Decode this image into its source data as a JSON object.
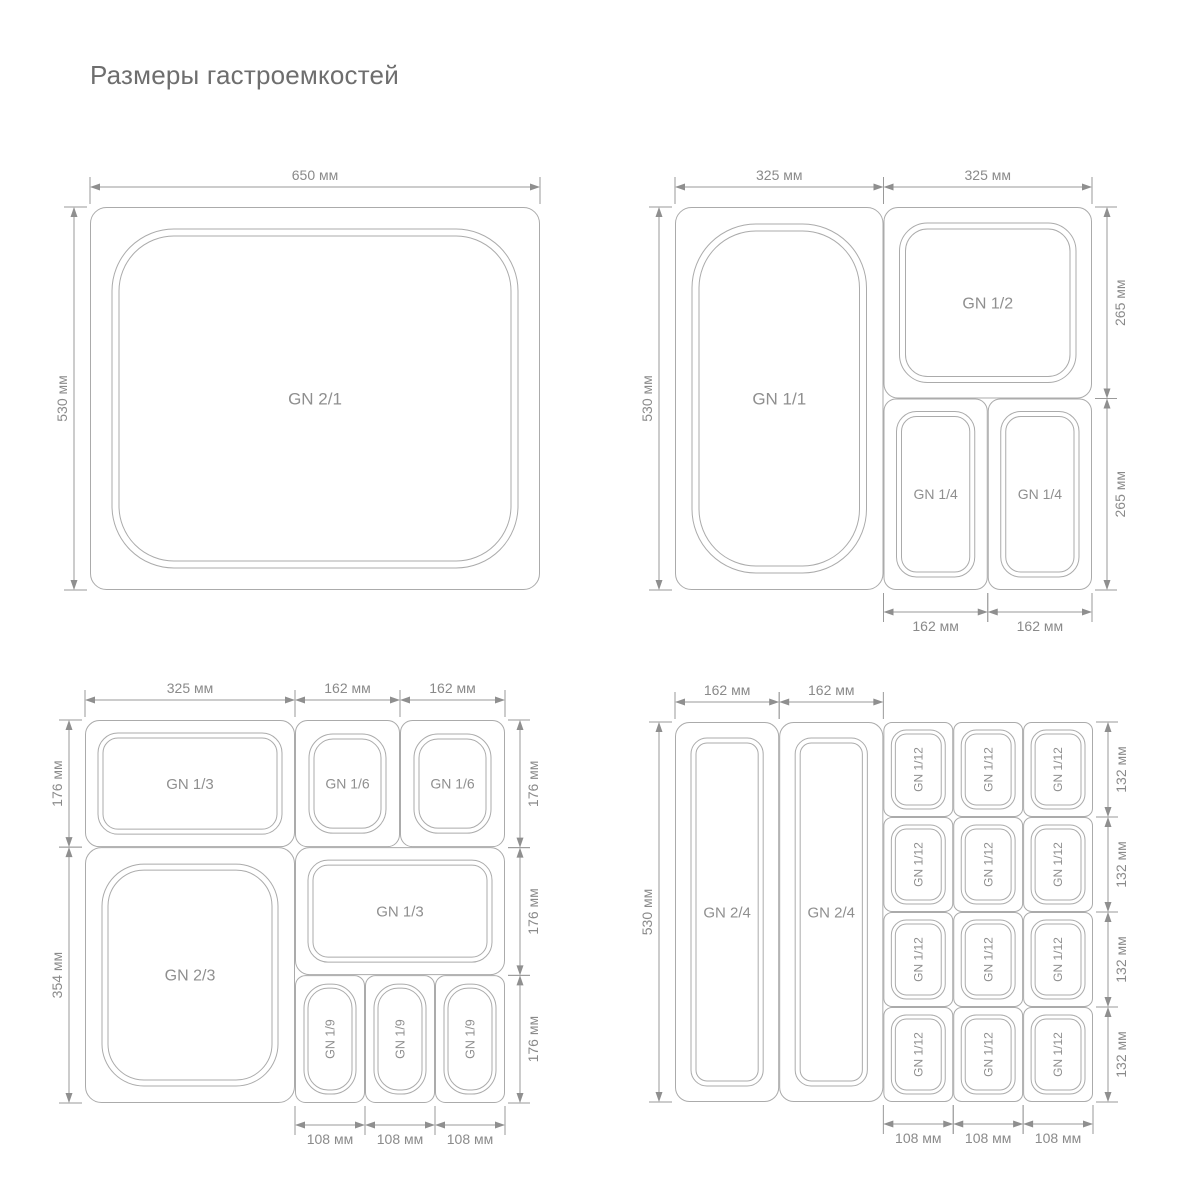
{
  "title": "Размеры гастроемкостей",
  "colors": {
    "background": "#ffffff",
    "container_line": "#ababab",
    "dimension_line": "#9a9a9a",
    "arrow": "#8f8f8f",
    "label_text": "#8f8f8f",
    "dimension_text": "#8a8a8a",
    "title_text": "#6e6e6e"
  },
  "panels": [
    {
      "name": "panel-top-left-gn-2-1",
      "content_box": [
        90,
        207,
        450,
        383
      ],
      "mm_size": [
        650,
        530
      ],
      "containers": [
        {
          "label": "GN 2/1",
          "mm": [
            0,
            0,
            650,
            530
          ],
          "tile_radius": 16,
          "inset": 22,
          "gap": 7,
          "inner_radius": 62,
          "font_size": 17,
          "rotated": false
        }
      ],
      "dims": [
        {
          "side": "top",
          "mm_from": 0,
          "mm_to": 650,
          "label": "650 мм"
        },
        {
          "side": "left",
          "mm_from": 0,
          "mm_to": 530,
          "label": "530 мм"
        }
      ]
    },
    {
      "name": "panel-top-right-gn-1-1",
      "content_box": [
        675,
        207,
        417,
        383
      ],
      "mm_size": [
        650,
        530
      ],
      "containers": [
        {
          "label": "GN 1/1",
          "mm": [
            0,
            0,
            325,
            530
          ],
          "tile_radius": 16,
          "inset": 17,
          "gap": 7,
          "inner_radius": 64,
          "font_size": 17,
          "rotated": false
        },
        {
          "label": "GN 1/2",
          "mm": [
            325,
            0,
            325,
            265
          ],
          "tile_radius": 14,
          "inset": 16,
          "gap": 6,
          "inner_radius": 28,
          "font_size": 16,
          "rotated": false
        },
        {
          "label": "GN 1/4",
          "mm": [
            325,
            265,
            162.5,
            265
          ],
          "tile_radius": 12,
          "inset": 13,
          "gap": 5,
          "inner_radius": 20,
          "font_size": 14,
          "rotated": false
        },
        {
          "label": "GN 1/4",
          "mm": [
            487.5,
            265,
            162.5,
            265
          ],
          "tile_radius": 12,
          "inset": 13,
          "gap": 5,
          "inner_radius": 20,
          "font_size": 14,
          "rotated": false
        }
      ],
      "dims": [
        {
          "side": "top",
          "mm_from": 0,
          "mm_to": 325,
          "label": "325 мм"
        },
        {
          "side": "top",
          "mm_from": 325,
          "mm_to": 650,
          "label": "325 мм"
        },
        {
          "side": "left",
          "mm_from": 0,
          "mm_to": 530,
          "label": "530 мм"
        },
        {
          "side": "right",
          "mm_from": 0,
          "mm_to": 265,
          "label": "265 мм"
        },
        {
          "side": "right",
          "mm_from": 265,
          "mm_to": 530,
          "label": "265 мм"
        },
        {
          "side": "bottom",
          "mm_from": 325,
          "mm_to": 487.5,
          "label": "162 мм"
        },
        {
          "side": "bottom",
          "mm_from": 487.5,
          "mm_to": 650,
          "label": "162 мм"
        }
      ]
    },
    {
      "name": "panel-bottom-left-gn-1-3",
      "content_box": [
        85,
        720,
        420,
        383
      ],
      "mm_size": [
        650,
        530
      ],
      "containers": [
        {
          "label": "GN 1/3",
          "mm": [
            0,
            0,
            325,
            176
          ],
          "tile_radius": 14,
          "inset": 13,
          "gap": 5,
          "inner_radius": 20,
          "font_size": 15,
          "rotated": false
        },
        {
          "label": "GN 1/6",
          "mm": [
            325,
            0,
            162.5,
            176
          ],
          "tile_radius": 12,
          "inset": 14,
          "gap": 5,
          "inner_radius": 24,
          "font_size": 14,
          "rotated": false
        },
        {
          "label": "GN 1/6",
          "mm": [
            487.5,
            0,
            162.5,
            176
          ],
          "tile_radius": 12,
          "inset": 14,
          "gap": 5,
          "inner_radius": 24,
          "font_size": 14,
          "rotated": false
        },
        {
          "label": "GN 2/3",
          "mm": [
            0,
            176,
            325,
            354
          ],
          "tile_radius": 16,
          "inset": 17,
          "gap": 6,
          "inner_radius": 42,
          "font_size": 16,
          "rotated": false
        },
        {
          "label": "GN 1/3",
          "mm": [
            325,
            176,
            325,
            177
          ],
          "tile_radius": 14,
          "inset": 13,
          "gap": 5,
          "inner_radius": 20,
          "font_size": 15,
          "rotated": false
        },
        {
          "label": "GN 1/9",
          "mm": [
            325,
            353,
            108.33,
            177
          ],
          "tile_radius": 10,
          "inset": 9,
          "gap": 4,
          "inner_radius": 24,
          "font_size": 12.5,
          "rotated": true
        },
        {
          "label": "GN 1/9",
          "mm": [
            433.33,
            353,
            108.34,
            177
          ],
          "tile_radius": 10,
          "inset": 9,
          "gap": 4,
          "inner_radius": 24,
          "font_size": 12.5,
          "rotated": true
        },
        {
          "label": "GN 1/9",
          "mm": [
            541.67,
            353,
            108.33,
            177
          ],
          "tile_radius": 10,
          "inset": 9,
          "gap": 4,
          "inner_radius": 24,
          "font_size": 12.5,
          "rotated": true
        }
      ],
      "dims": [
        {
          "side": "top",
          "mm_from": 0,
          "mm_to": 325,
          "label": "325 мм"
        },
        {
          "side": "top",
          "mm_from": 325,
          "mm_to": 487.5,
          "label": "162 мм"
        },
        {
          "side": "top",
          "mm_from": 487.5,
          "mm_to": 650,
          "label": "162 мм"
        },
        {
          "side": "left",
          "mm_from": 0,
          "mm_to": 176,
          "label": "176 мм"
        },
        {
          "side": "left",
          "mm_from": 176,
          "mm_to": 530,
          "label": "354 мм"
        },
        {
          "side": "right",
          "mm_from": 0,
          "mm_to": 176.67,
          "label": "176 мм"
        },
        {
          "side": "right",
          "mm_from": 176.67,
          "mm_to": 353.33,
          "label": "176 мм"
        },
        {
          "side": "right",
          "mm_from": 353.33,
          "mm_to": 530,
          "label": "176 мм"
        },
        {
          "side": "bottom",
          "mm_from": 325,
          "mm_to": 433.33,
          "label": "108 мм"
        },
        {
          "side": "bottom",
          "mm_from": 433.33,
          "mm_to": 541.67,
          "label": "108 мм"
        },
        {
          "side": "bottom",
          "mm_from": 541.67,
          "mm_to": 650,
          "label": "108 мм"
        }
      ]
    },
    {
      "name": "panel-bottom-right-gn-2-4",
      "content_box": [
        675,
        722,
        418,
        380
      ],
      "mm_size": [
        650,
        530
      ],
      "containers": [
        {
          "label": "GN 2/4",
          "mm": [
            0,
            0,
            162,
            530
          ],
          "tile_radius": 14,
          "inset": 16,
          "gap": 5,
          "inner_radius": 16,
          "font_size": 15,
          "rotated": false
        },
        {
          "label": "GN 2/4",
          "mm": [
            162,
            0,
            162,
            530
          ],
          "tile_radius": 14,
          "inset": 16,
          "gap": 5,
          "inner_radius": 16,
          "font_size": 15,
          "rotated": false
        },
        {
          "label": "GN 1/12",
          "mm": [
            324,
            0,
            108.67,
            132.5
          ],
          "tile_radius": 8,
          "inset": 8,
          "gap": 4,
          "inner_radius": 15,
          "font_size": 12,
          "rotated": true
        },
        {
          "label": "GN 1/12",
          "mm": [
            432.67,
            0,
            108.66,
            132.5
          ],
          "tile_radius": 8,
          "inset": 8,
          "gap": 4,
          "inner_radius": 15,
          "font_size": 12,
          "rotated": true
        },
        {
          "label": "GN 1/12",
          "mm": [
            541.33,
            0,
            108.67,
            132.5
          ],
          "tile_radius": 8,
          "inset": 8,
          "gap": 4,
          "inner_radius": 15,
          "font_size": 12,
          "rotated": true
        },
        {
          "label": "GN 1/12",
          "mm": [
            324,
            132.5,
            108.67,
            132.5
          ],
          "tile_radius": 8,
          "inset": 8,
          "gap": 4,
          "inner_radius": 15,
          "font_size": 12,
          "rotated": true
        },
        {
          "label": "GN 1/12",
          "mm": [
            432.67,
            132.5,
            108.66,
            132.5
          ],
          "tile_radius": 8,
          "inset": 8,
          "gap": 4,
          "inner_radius": 15,
          "font_size": 12,
          "rotated": true
        },
        {
          "label": "GN 1/12",
          "mm": [
            541.33,
            132.5,
            108.67,
            132.5
          ],
          "tile_radius": 8,
          "inset": 8,
          "gap": 4,
          "inner_radius": 15,
          "font_size": 12,
          "rotated": true
        },
        {
          "label": "GN 1/12",
          "mm": [
            324,
            265,
            108.67,
            132.5
          ],
          "tile_radius": 8,
          "inset": 8,
          "gap": 4,
          "inner_radius": 15,
          "font_size": 12,
          "rotated": true
        },
        {
          "label": "GN 1/12",
          "mm": [
            432.67,
            265,
            108.66,
            132.5
          ],
          "tile_radius": 8,
          "inset": 8,
          "gap": 4,
          "inner_radius": 15,
          "font_size": 12,
          "rotated": true
        },
        {
          "label": "GN 1/12",
          "mm": [
            541.33,
            265,
            108.67,
            132.5
          ],
          "tile_radius": 8,
          "inset": 8,
          "gap": 4,
          "inner_radius": 15,
          "font_size": 12,
          "rotated": true
        },
        {
          "label": "GN 1/12",
          "mm": [
            324,
            397.5,
            108.67,
            132.5
          ],
          "tile_radius": 8,
          "inset": 8,
          "gap": 4,
          "inner_radius": 15,
          "font_size": 12,
          "rotated": true
        },
        {
          "label": "GN 1/12",
          "mm": [
            432.67,
            397.5,
            108.66,
            132.5
          ],
          "tile_radius": 8,
          "inset": 8,
          "gap": 4,
          "inner_radius": 15,
          "font_size": 12,
          "rotated": true
        },
        {
          "label": "GN 1/12",
          "mm": [
            541.33,
            397.5,
            108.67,
            132.5
          ],
          "tile_radius": 8,
          "inset": 8,
          "gap": 4,
          "inner_radius": 15,
          "font_size": 12,
          "rotated": true
        }
      ],
      "dims": [
        {
          "side": "top",
          "mm_from": 0,
          "mm_to": 162,
          "label": "162 мм"
        },
        {
          "side": "top",
          "mm_from": 162,
          "mm_to": 324,
          "label": "162 мм"
        },
        {
          "side": "left",
          "mm_from": 0,
          "mm_to": 530,
          "label": "530 мм"
        },
        {
          "side": "right",
          "mm_from": 0,
          "mm_to": 132.5,
          "label": "132 мм"
        },
        {
          "side": "right",
          "mm_from": 132.5,
          "mm_to": 265,
          "label": "132 мм"
        },
        {
          "side": "right",
          "mm_from": 265,
          "mm_to": 397.5,
          "label": "132 мм"
        },
        {
          "side": "right",
          "mm_from": 397.5,
          "mm_to": 530,
          "label": "132 мм"
        },
        {
          "side": "bottom",
          "mm_from": 324,
          "mm_to": 432.67,
          "label": "108 мм"
        },
        {
          "side": "bottom",
          "mm_from": 432.67,
          "mm_to": 541.33,
          "label": "108 мм"
        },
        {
          "side": "bottom",
          "mm_from": 541.33,
          "mm_to": 650,
          "label": "108 мм"
        }
      ]
    }
  ]
}
